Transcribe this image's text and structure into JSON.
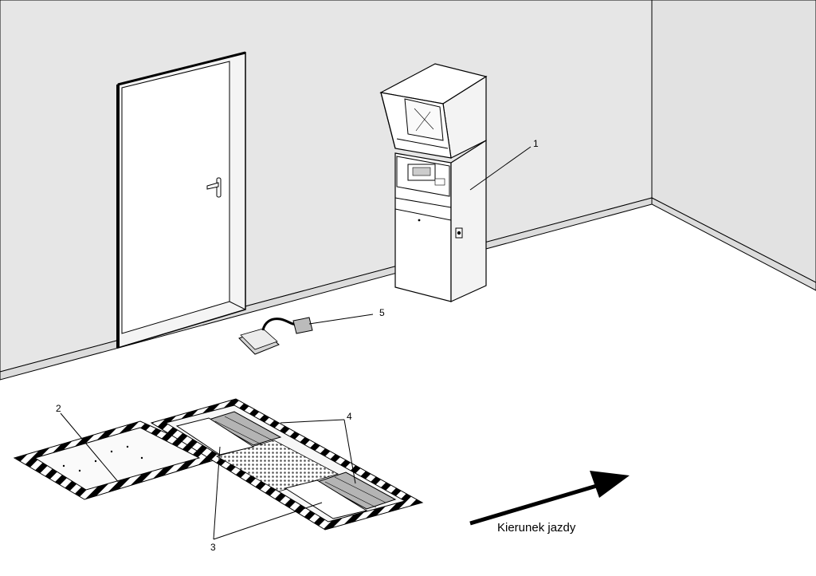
{
  "labels": {
    "item_1": "1",
    "item_2": "2",
    "item_3": "3",
    "item_4": "4",
    "item_5": "5"
  },
  "direction": {
    "text": "Kierunek jazdy"
  },
  "colors": {
    "wall": "#e6e6e6",
    "floor": "#ffffff",
    "line": "#000000",
    "hazard_stripe": "#000000",
    "roller": "#b4b4b4"
  }
}
